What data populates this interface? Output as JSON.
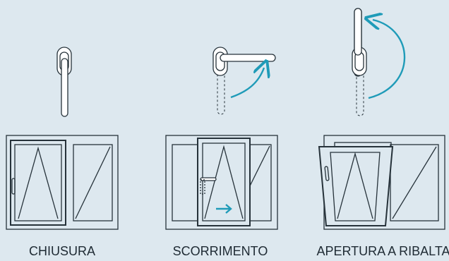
{
  "labels": {
    "closed": "CHIUSURA",
    "sliding": "SCORRIMENTO",
    "tilt": "APERTURA A RIBALTA"
  },
  "colors": {
    "background": "#dde8ef",
    "line": "#26323a",
    "accent": "#1f9bb8",
    "handle_fill": "#ffffff"
  },
  "icons": [
    "handle-down-icon",
    "handle-horizontal-icon",
    "handle-up-icon",
    "rotate-arrow-icon",
    "slide-arrow-icon"
  ]
}
